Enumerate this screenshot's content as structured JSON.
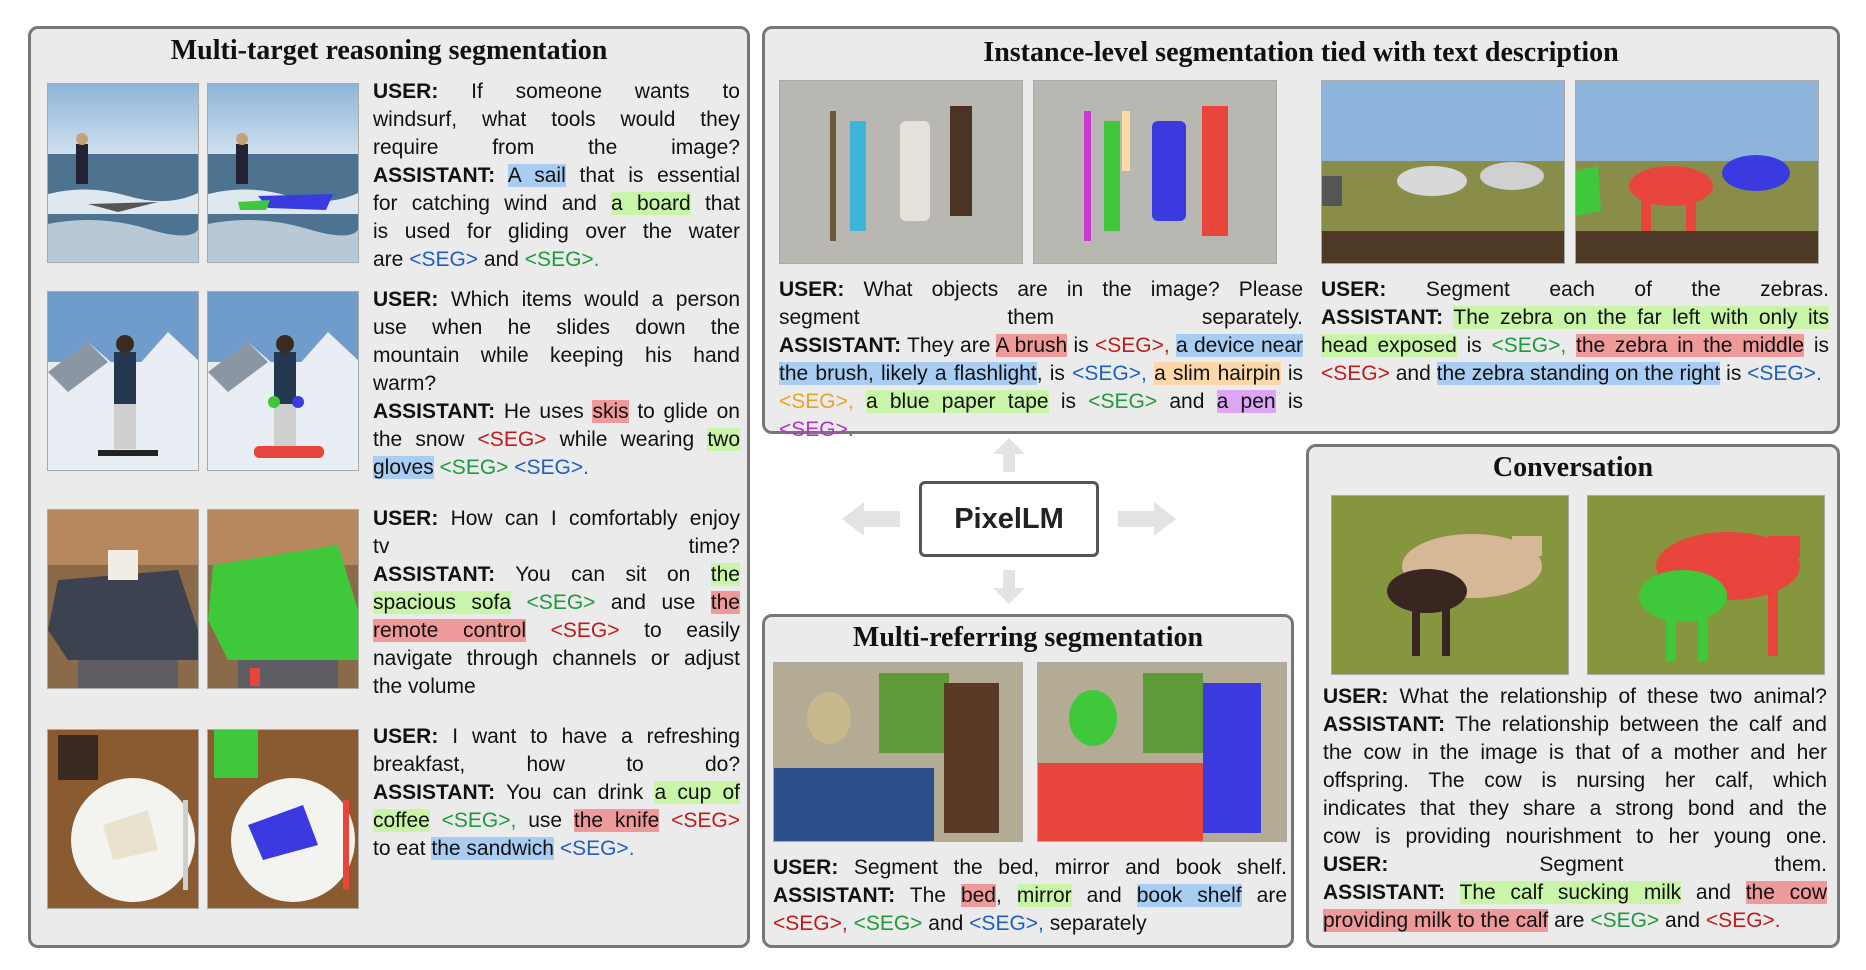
{
  "center_label": "PixelLM",
  "panel_reasoning": {
    "title": "Multi-target reasoning segmentation",
    "items": [
      {
        "lines": [
          [
            [
              "b",
              "USER:"
            ],
            [
              "t",
              "    If someone wants to"
            ]
          ],
          [
            [
              "t",
              "windsurf, what tools would they"
            ]
          ],
          [
            [
              "t",
              "require from the image?"
            ]
          ],
          [
            [
              "b",
              "ASSISTANT:"
            ],
            [
              "t",
              " "
            ],
            [
              "hb",
              "A sail"
            ],
            [
              "t",
              " that is essential"
            ]
          ],
          [
            [
              "t",
              "for catching wind and "
            ],
            [
              "hg",
              "a board"
            ],
            [
              "t",
              " that"
            ]
          ],
          [
            [
              "t",
              "is used for gliding over the water"
            ]
          ],
          [
            [
              "t",
              "are "
            ],
            [
              "sb",
              "<SEG>"
            ],
            [
              "t",
              " and "
            ],
            [
              "sg",
              "<SEG>."
            ]
          ]
        ]
      },
      {
        "lines": [
          [
            [
              "b",
              "USER:"
            ],
            [
              "t",
              " Which items would a person"
            ]
          ],
          [
            [
              "t",
              "use when he slides down the"
            ]
          ],
          [
            [
              "t",
              "mountain while keeping his hand"
            ]
          ],
          [
            [
              "t",
              "warm?"
            ]
          ],
          [
            [
              "b",
              "ASSISTANT:"
            ],
            [
              "t",
              " He uses "
            ],
            [
              "hr",
              "skis"
            ],
            [
              "t",
              " to glide on"
            ]
          ],
          [
            [
              "t",
              "the snow "
            ],
            [
              "sr",
              "<SEG>"
            ],
            [
              "t",
              " while wearing "
            ],
            [
              "hg",
              "two"
            ]
          ],
          [
            [
              "hb",
              "gloves"
            ],
            [
              "t",
              " "
            ],
            [
              "sg",
              "<SEG>"
            ],
            [
              "t",
              " "
            ],
            [
              "sb",
              "<SEG>."
            ]
          ]
        ]
      },
      {
        "lines": [
          [
            [
              "b",
              "USER:"
            ],
            [
              "t",
              " How can I comfortably enjoy"
            ]
          ],
          [
            [
              "t",
              "tv time?"
            ]
          ],
          [
            [
              "b",
              "ASSISTANT:"
            ],
            [
              "t",
              " You can sit on "
            ],
            [
              "hg",
              "the"
            ]
          ],
          [
            [
              "hg",
              "spacious sofa"
            ],
            [
              "t",
              " "
            ],
            [
              "sg",
              "<SEG>"
            ],
            [
              "t",
              " and use "
            ],
            [
              "hr",
              "the"
            ]
          ],
          [
            [
              "hr",
              "remote control"
            ],
            [
              "t",
              " "
            ],
            [
              "sr",
              "<SEG>"
            ],
            [
              "t",
              " to easily"
            ]
          ],
          [
            [
              "t",
              "navigate through channels or adjust"
            ]
          ],
          [
            [
              "t",
              "the volume"
            ]
          ]
        ]
      },
      {
        "lines": [
          [
            [
              "b",
              "USER:"
            ],
            [
              "t",
              " I want to have a refreshing"
            ]
          ],
          [
            [
              "t",
              "breakfast, how to do?"
            ]
          ],
          [
            [
              "b",
              "ASSISTANT:"
            ],
            [
              "t",
              " You can drink "
            ],
            [
              "hg",
              "a cup of"
            ]
          ],
          [
            [
              "hg",
              "coffee"
            ],
            [
              "t",
              " "
            ],
            [
              "sg",
              "<SEG>,"
            ],
            [
              "t",
              " use "
            ],
            [
              "hr",
              "the knife"
            ],
            [
              "t",
              " "
            ],
            [
              "sr",
              "<SEG>"
            ]
          ],
          [
            [
              "t",
              "to eat "
            ],
            [
              "hb",
              "the sandwich"
            ],
            [
              "t",
              " "
            ],
            [
              "sb",
              "<SEG>."
            ]
          ]
        ]
      }
    ]
  },
  "panel_instance": {
    "title": "Instance-level  segmentation tied with text description",
    "left_text": [
      [
        [
          "b",
          "USER:"
        ],
        [
          "t",
          " What objects are in the image? Please"
        ]
      ],
      [
        [
          "t",
          "segment them separately."
        ]
      ],
      [
        [
          "b",
          "ASSISTANT:"
        ],
        [
          "t",
          " They are "
        ],
        [
          "hr",
          "A brush"
        ],
        [
          "t",
          " is "
        ],
        [
          "sr",
          "<SEG>,"
        ],
        [
          "t",
          " "
        ],
        [
          "hb",
          "a device near"
        ]
      ],
      [
        [
          "hb",
          "the brush, likely a flashlight"
        ],
        [
          "t",
          ", is "
        ],
        [
          "sb",
          "<SEG>,"
        ],
        [
          "t",
          " "
        ],
        [
          "ho",
          "a slim hairpin"
        ],
        [
          "t",
          " is"
        ]
      ],
      [
        [
          "so",
          "<SEG>,"
        ],
        [
          "t",
          " "
        ],
        [
          "hg",
          "a blue paper tape"
        ],
        [
          "t",
          " is "
        ],
        [
          "sg",
          "<SEG>"
        ],
        [
          "t",
          " and "
        ],
        [
          "hp",
          "a pen"
        ],
        [
          "t",
          " is "
        ],
        [
          "sp",
          "<SEG>."
        ]
      ]
    ],
    "right_text": [
      [
        [
          "b",
          "USER:"
        ],
        [
          "t",
          " Segment each of the zebras."
        ]
      ],
      [
        [
          "b",
          "ASSISTANT:"
        ],
        [
          "t",
          " "
        ],
        [
          "hg",
          "The zebra on the far left with only its"
        ]
      ],
      [
        [
          "hg",
          "head exposed"
        ],
        [
          "t",
          " is "
        ],
        [
          "sg",
          "<SEG>,"
        ],
        [
          "t",
          " "
        ],
        [
          "hr",
          "the  zebra in the middle"
        ],
        [
          "t",
          " is"
        ]
      ],
      [
        [
          "sr",
          "<SEG>"
        ],
        [
          "t",
          " and "
        ],
        [
          "hb",
          "the zebra standing on the right"
        ],
        [
          "t",
          " is "
        ],
        [
          "sb",
          "<SEG>."
        ]
      ]
    ]
  },
  "panel_conversation": {
    "title": "Conversation",
    "text": [
      [
        [
          "b",
          "USER:"
        ],
        [
          "t",
          " What the relationship of these two animal?"
        ]
      ],
      [
        [
          "b",
          "ASSISTANT:"
        ],
        [
          "t",
          " The relationship between the calf and"
        ]
      ],
      [
        [
          "t",
          "the cow in the image is that of a mother and her"
        ]
      ],
      [
        [
          "t",
          "offspring. The cow is nursing her calf, which"
        ]
      ],
      [
        [
          "t",
          "indicates that they share a strong bond and the"
        ]
      ],
      [
        [
          "t",
          "cow is providing nourishment to her young one."
        ]
      ],
      [
        [
          "b",
          "USER:"
        ],
        [
          "t",
          " Segment them."
        ]
      ],
      [
        [
          "b",
          "ASSISTANT:"
        ],
        [
          "t",
          " "
        ],
        [
          "hg",
          "The calf sucking milk"
        ],
        [
          "t",
          " and "
        ],
        [
          "hr",
          "the cow"
        ]
      ],
      [
        [
          "hr",
          "providing milk to the calf"
        ],
        [
          "t",
          " are "
        ],
        [
          "sg",
          "<SEG>"
        ],
        [
          "t",
          " and "
        ],
        [
          "sr",
          "<SEG>."
        ]
      ]
    ]
  },
  "panel_multiref": {
    "title": "Multi-referring segmentation",
    "text": [
      [
        [
          "b",
          "USER:"
        ],
        [
          "t",
          " Segment the bed, mirror and book shelf."
        ]
      ],
      [
        [
          "b",
          "ASSISTANT:"
        ],
        [
          "t",
          " The "
        ],
        [
          "hr",
          "bed"
        ],
        [
          "t",
          ", "
        ],
        [
          "hg",
          "mirror"
        ],
        [
          "t",
          " and "
        ],
        [
          "hb",
          "book shelf"
        ],
        [
          "t",
          " are"
        ]
      ],
      [
        [
          "sr",
          "<SEG>,"
        ],
        [
          "t",
          "  "
        ],
        [
          "sg",
          "<SEG>"
        ],
        [
          "t",
          " and "
        ],
        [
          "sb",
          "<SEG>,"
        ],
        [
          "t",
          " separately"
        ]
      ]
    ]
  },
  "colors": {
    "panel_bg": "#ebebeb",
    "panel_border": "#777777",
    "highlight_blue": "#a9cdf2",
    "highlight_green": "#c8f5a8",
    "highlight_red": "#ef9a9a",
    "highlight_orange": "#fbd7a9",
    "highlight_purple": "#dca6f2",
    "mask_red": "#e8453c",
    "mask_green": "#3ec83a",
    "mask_blue": "#3a3ae0"
  }
}
